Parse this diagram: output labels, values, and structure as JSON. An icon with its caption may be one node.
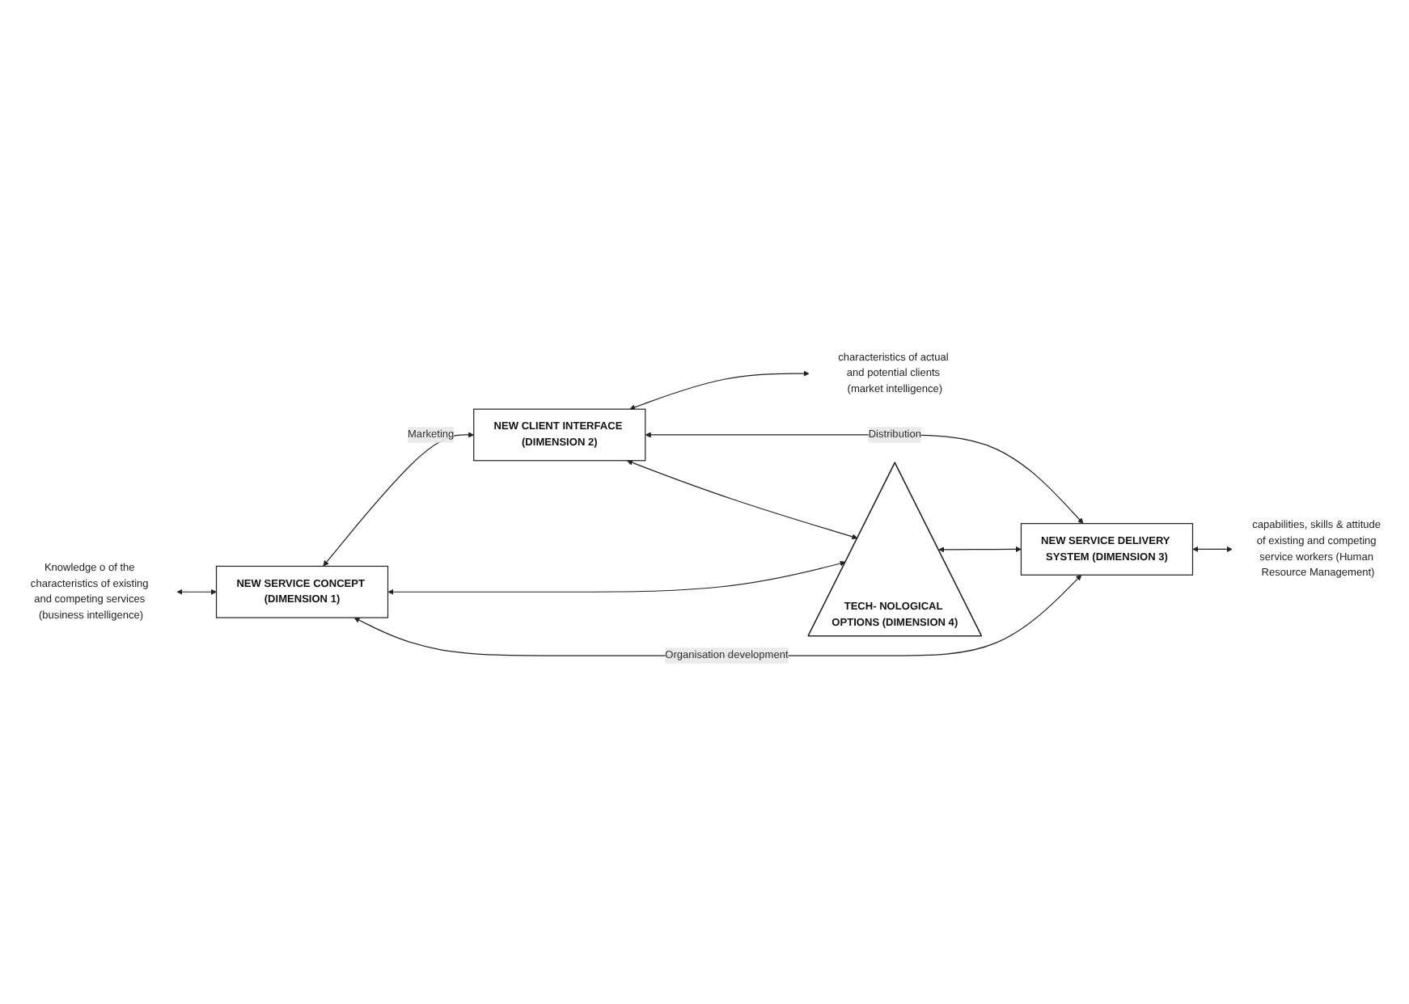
{
  "diagram": {
    "nodes": [
      {
        "text": [
          "Knowledge o of the characteristics of existing and competing services (business intelligence)"
        ]
      },
      {
        "text": [
          "NEW SERVICE CONCEPT (DIMENSION 1)"
        ]
      },
      {
        "text": [
          "NEW CLIENT INTERFACE (DIMENSION 2)"
        ]
      },
      {
        "text": [
          "characteristics of actual and potential clients (market intelligence)"
        ]
      },
      {
        "text": [
          "TECH- NOLOGICAL OPTIONS (DIMENSION 4)"
        ]
      },
      {
        "text": [
          "NEW SERVICE DELIVERY SYSTEM (DIMENSION 3)"
        ]
      },
      {
        "text": [
          "capabilities, skills & attitude of existing and competing service workers (Human Resource Management)"
        ]
      }
    ],
    "edges": [
      {
        "from": 0,
        "to": 1,
        "arrow": "both"
      },
      {
        "from": 1,
        "to": 2,
        "arrow": "both",
        "label": "Marketing"
      },
      {
        "from": 2,
        "to": 3,
        "arrow": "both"
      },
      {
        "from": 1,
        "to": 4,
        "arrow": "both"
      },
      {
        "from": 2,
        "to": 4,
        "arrow": "both"
      },
      {
        "from": 1,
        "to": 5,
        "arrow": "both",
        "label": "Organisation development"
      },
      {
        "from": 4,
        "to": 5,
        "arrow": "both"
      },
      {
        "from": 2,
        "to": 5,
        "arrow": "both",
        "label": "Distribution"
      },
      {
        "from": 5,
        "to": 6,
        "arrow": "both"
      }
    ]
  }
}
